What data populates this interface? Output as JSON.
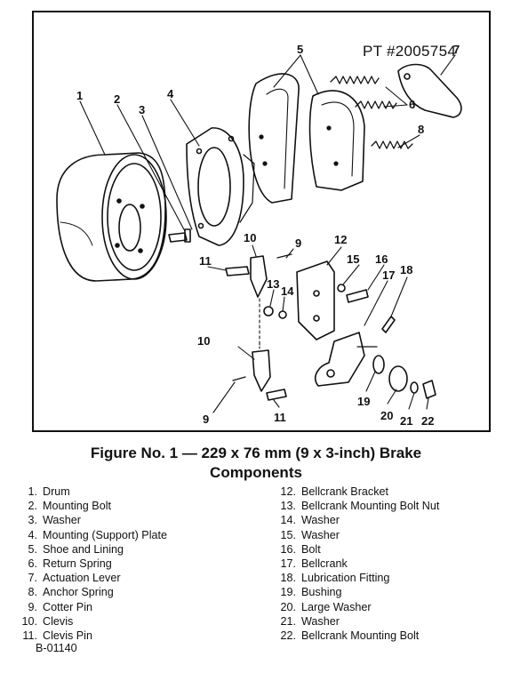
{
  "part_number": "PT #2005754",
  "callouts": [
    "1",
    "2",
    "3",
    "4",
    "5",
    "6",
    "7",
    "8",
    "9",
    "10",
    "11",
    "12",
    "13",
    "14",
    "15",
    "16",
    "17",
    "18",
    "19",
    "20",
    "21",
    "22"
  ],
  "caption": {
    "line1": "Figure No. 1 — 229 x 76 mm (9 x 3-inch) Brake",
    "line2": "Components"
  },
  "legend_left": [
    {
      "num": "1.",
      "label": "Drum"
    },
    {
      "num": "2.",
      "label": "Mounting Bolt"
    },
    {
      "num": "3.",
      "label": "Washer"
    },
    {
      "num": "4.",
      "label": "Mounting (Support) Plate"
    },
    {
      "num": "5.",
      "label": "Shoe and Lining"
    },
    {
      "num": "6.",
      "label": "Return Spring"
    },
    {
      "num": "7.",
      "label": "Actuation Lever"
    },
    {
      "num": "8.",
      "label": "Anchor Spring"
    },
    {
      "num": "9.",
      "label": "Cotter Pin"
    },
    {
      "num": "10.",
      "label": "Clevis"
    },
    {
      "num": "11.",
      "label": "Clevis Pin"
    }
  ],
  "legend_right": [
    {
      "num": "12.",
      "label": "Bellcrank Bracket"
    },
    {
      "num": "13.",
      "label": "Bellcrank Mounting Bolt Nut"
    },
    {
      "num": "14.",
      "label": "Washer"
    },
    {
      "num": "15.",
      "label": "Washer"
    },
    {
      "num": "16.",
      "label": "Bolt"
    },
    {
      "num": "17.",
      "label": "Bellcrank"
    },
    {
      "num": "18.",
      "label": "Lubrication Fitting"
    },
    {
      "num": "19.",
      "label": "Bushing"
    },
    {
      "num": "20.",
      "label": "Large Washer"
    },
    {
      "num": "21.",
      "label": "Washer"
    },
    {
      "num": "22.",
      "label": "Bellcrank Mounting Bolt"
    }
  ],
  "figure_code": "B-01140"
}
